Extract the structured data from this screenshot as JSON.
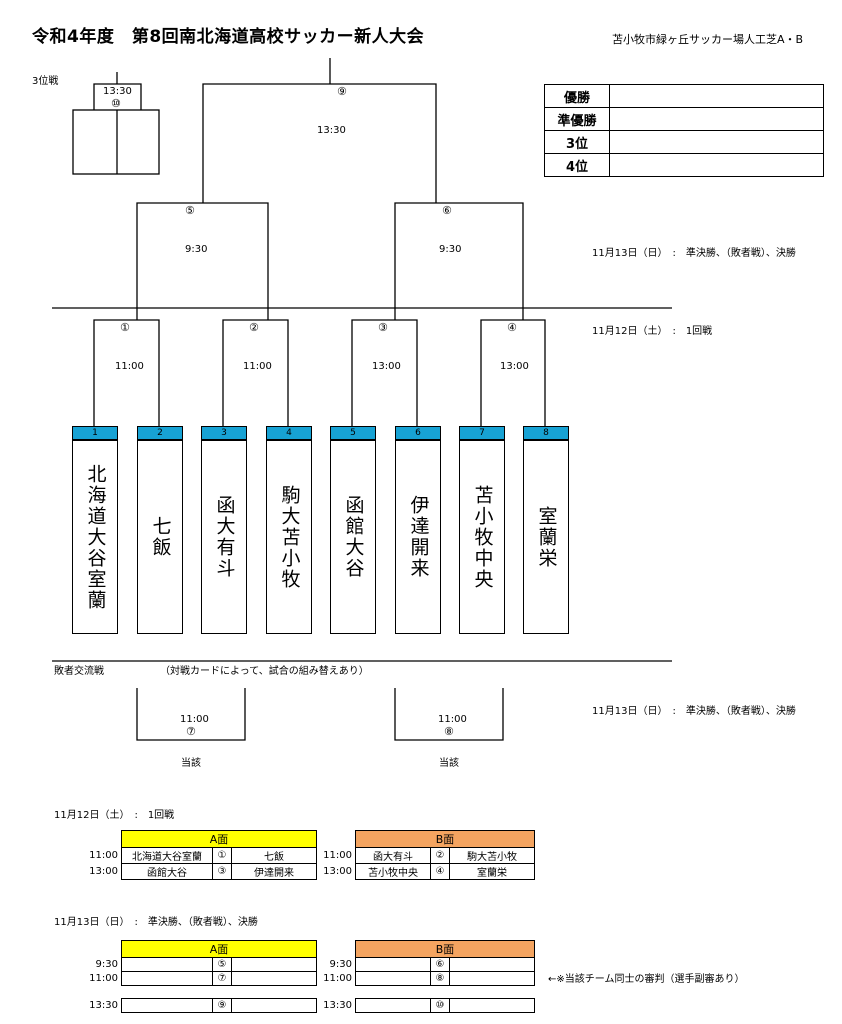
{
  "title": "令和4年度　第8回南北海道高校サッカー新人大会",
  "venue": "苫小牧市緑ヶ丘サッカー場人工芝A・B",
  "third_place": {
    "label": "3位戦",
    "time": "13:30",
    "match_no": "⑩"
  },
  "final": {
    "match_no": "⑨",
    "time": "13:30"
  },
  "results": [
    {
      "label": "優勝",
      "value": ""
    },
    {
      "label": "準優勝",
      "value": ""
    },
    {
      "label": "3位",
      "value": ""
    },
    {
      "label": "4位",
      "value": ""
    }
  ],
  "semis": [
    {
      "match_no": "⑤",
      "time": "9:30"
    },
    {
      "match_no": "⑥",
      "time": "9:30"
    }
  ],
  "round1": [
    {
      "match_no": "①",
      "time": "11:00"
    },
    {
      "match_no": "②",
      "time": "11:00"
    },
    {
      "match_no": "③",
      "time": "13:00"
    },
    {
      "match_no": "④",
      "time": "13:00"
    }
  ],
  "day2_note": "11月13日（日）　:　準決勝、（敗者戦）、決勝",
  "day1_note": "11月12日（土）　:　1回戦",
  "teams": [
    {
      "seed": "1",
      "name": "北海道大谷室蘭"
    },
    {
      "seed": "2",
      "name": "七飯"
    },
    {
      "seed": "3",
      "name": "函大有斗"
    },
    {
      "seed": "4",
      "name": "駒大苫小牧"
    },
    {
      "seed": "5",
      "name": "函館大谷"
    },
    {
      "seed": "6",
      "name": "伊達開来"
    },
    {
      "seed": "7",
      "name": "苫小牧中央"
    },
    {
      "seed": "8",
      "name": "室蘭栄"
    }
  ],
  "loser": {
    "label": "敗者交流戦",
    "note": "（対戦カードによって、試合の組み替えあり）",
    "day_note": "11月13日（日）　:　準決勝、（敗者戦）、決勝",
    "matches": [
      {
        "time": "11:00",
        "match_no": "⑦",
        "label": "当該"
      },
      {
        "time": "11:00",
        "match_no": "⑧",
        "label": "当該"
      }
    ]
  },
  "schedule1": {
    "date": "11月12日（土）　:　1回戦",
    "a_head": "A面",
    "b_head": "B面",
    "a_rows": [
      {
        "time": "11:00",
        "home": "北海道大谷室蘭",
        "no": "①",
        "away": "七飯"
      },
      {
        "time": "13:00",
        "home": "函館大谷",
        "no": "③",
        "away": "伊達開来"
      }
    ],
    "b_rows": [
      {
        "time": "11:00",
        "home": "函大有斗",
        "no": "②",
        "away": "駒大苫小牧"
      },
      {
        "time": "13:00",
        "home": "苫小牧中央",
        "no": "④",
        "away": "室蘭栄"
      }
    ]
  },
  "schedule2": {
    "date": "11月13日（日）　:　準決勝、（敗者戦）、決勝",
    "a_head": "A面",
    "b_head": "B面",
    "a_rows": [
      {
        "time": "9:30",
        "no": "⑤"
      },
      {
        "time": "11:00",
        "no": "⑦"
      },
      {
        "time": "13:30",
        "no": "⑨"
      }
    ],
    "b_rows": [
      {
        "time": "9:30",
        "no": "⑥"
      },
      {
        "time": "11:00",
        "no": "⑧"
      },
      {
        "time": "13:30",
        "no": "⑩"
      }
    ],
    "note": "←※当該チーム同士の審判（選手副審あり）"
  },
  "colors": {
    "a_head": "#ffff00",
    "b_head": "#f4a460",
    "seed_bar": "#17a2d4"
  }
}
